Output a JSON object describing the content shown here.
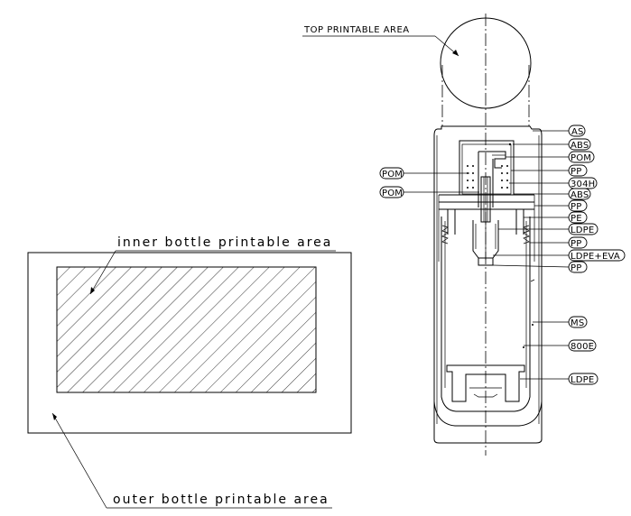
{
  "labels": {
    "top_printable_area": "TOP PRINTABLE AREA",
    "inner_bottle_printable_area": "inner bottle printable area",
    "outer_bottle_printable_area": "outer bottle printable area"
  },
  "materials_right": [
    "AS",
    "ABS",
    "POM",
    "PP",
    "304H",
    "ABS",
    "PP",
    "PE",
    "LDPE",
    "PP",
    "LDPE+EVA",
    "PP",
    "MS",
    "800E",
    "LDPE"
  ],
  "materials_left": [
    "POM",
    "POM"
  ]
}
